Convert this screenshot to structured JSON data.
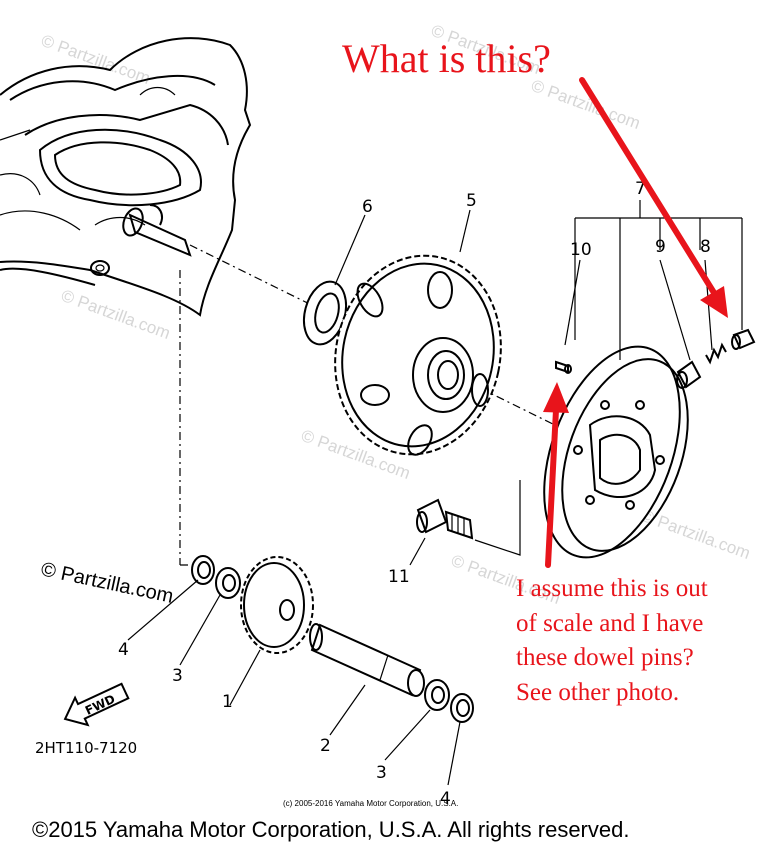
{
  "annotations": {
    "question": "What is this?",
    "note_lines": [
      "I assume this is out",
      "of scale and I have",
      "these dowel pins?",
      "See other photo."
    ]
  },
  "part_numbers": {
    "p1": "1",
    "p2": "2",
    "p3a": "3",
    "p3b": "3",
    "p4a": "4",
    "p4b": "4",
    "p5": "5",
    "p6": "6",
    "p7": "7",
    "p8": "8",
    "p9": "9",
    "p10": "10",
    "p11": "11"
  },
  "labels": {
    "fwd": "FWD",
    "diagram_code": "2HT110-7120",
    "partzilla": "© Partzilla.com",
    "small_copyright": "(c) 2005-2016 Yamaha Motor Corporation, U.S.A.",
    "copyright": "©2015 Yamaha Motor Corporation, U.S.A. All rights reserved."
  },
  "watermarks": [
    "© Partzilla.com",
    "© Partzilla.com",
    "© Partzilla.com",
    "© Partzilla.com",
    "© Partzilla.com",
    "© Partzilla.com",
    "© Partzilla.com"
  ],
  "colors": {
    "annotation": "#e8141b",
    "line": "#000000",
    "watermark": "#d6d6d6"
  }
}
